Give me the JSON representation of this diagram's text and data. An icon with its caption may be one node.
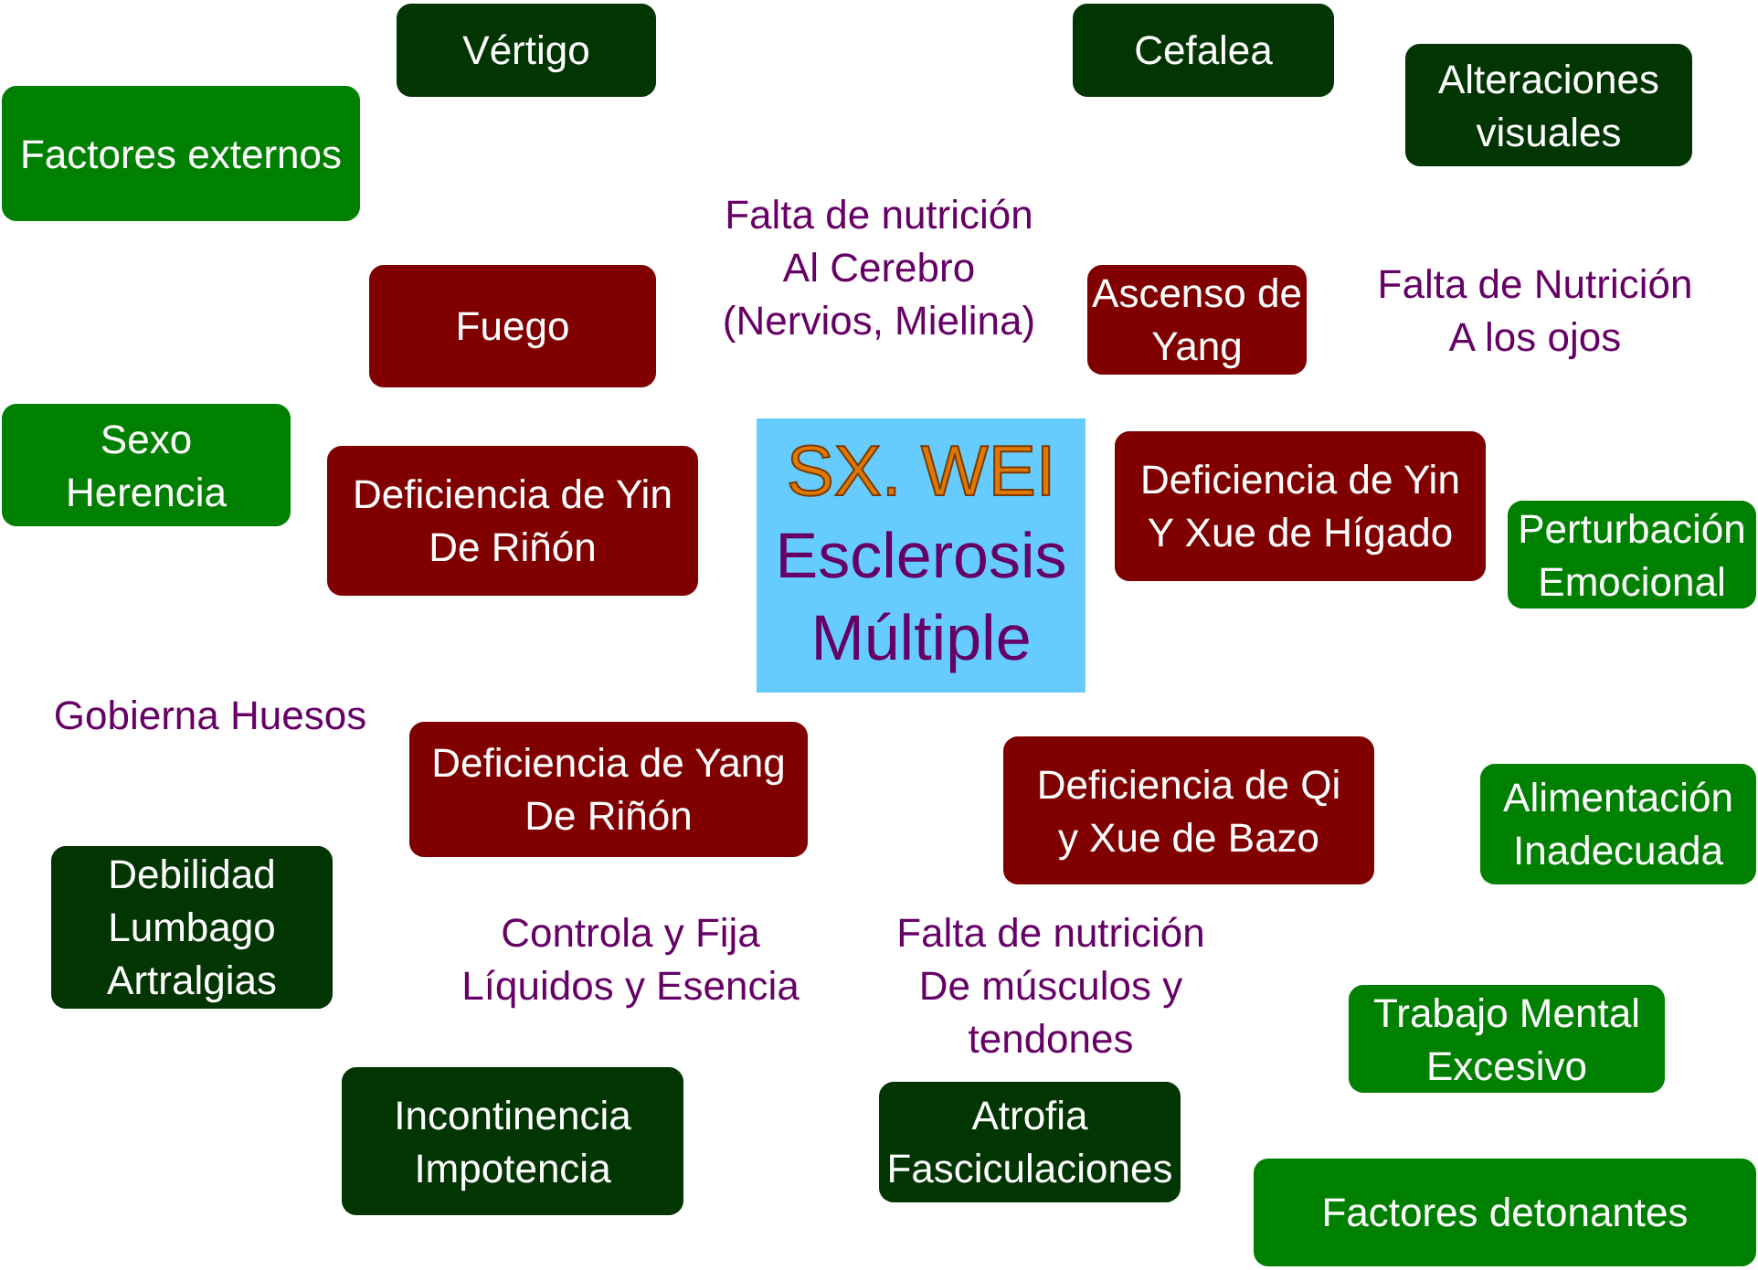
{
  "diagram": {
    "nodes": [
      {
        "text": [
          "Vértigo"
        ]
      },
      {
        "text": [
          "Cefalea"
        ]
      },
      {
        "text": [
          "Alteraciones visuales"
        ]
      },
      {
        "text": [
          "Factores externos"
        ]
      },
      {
        "text": [
          "Fuego"
        ]
      },
      {
        "text": [
          "Ascenso de Yang"
        ]
      },
      {
        "text": [
          "Sexo Herencia"
        ]
      },
      {
        "text": [
          "SX. WEI",
          "Esclerosis Múltiple"
        ]
      },
      {
        "text": [
          "Deficiencia de Yin Y Xue de Hígado"
        ]
      },
      {
        "text": [
          "Deficiencia de Yin De Riñón"
        ]
      },
      {
        "text": [
          "Perturbación Emocional"
        ]
      },
      {
        "text": [
          "Deficiencia de Yang De Riñón"
        ]
      },
      {
        "text": [
          "Deficiencia de Qi y Xue de Bazo"
        ]
      },
      {
        "text": [
          "Alimentación Inadecuada"
        ]
      },
      {
        "text": [
          "Debilidad Lumbago Artralgias"
        ]
      },
      {
        "text": [
          "Trabajo Mental Excesivo"
        ]
      },
      {
        "text": [
          "Incontinencia Impotencia"
        ]
      },
      {
        "text": [
          "Atrofia Fasciculaciones"
        ]
      },
      {
        "text": [
          "Factores detonantes"
        ]
      }
    ],
    "labels": [
      "Falta de nutrición Al Cerebro (Nervios, Mielina)",
      "Falta de Nutrición A los ojos",
      "Gobierna Huesos",
      "Controla y Fija Líquidos y Esencia",
      "Falta de nutrición De músculos y tendones"
    ]
  }
}
